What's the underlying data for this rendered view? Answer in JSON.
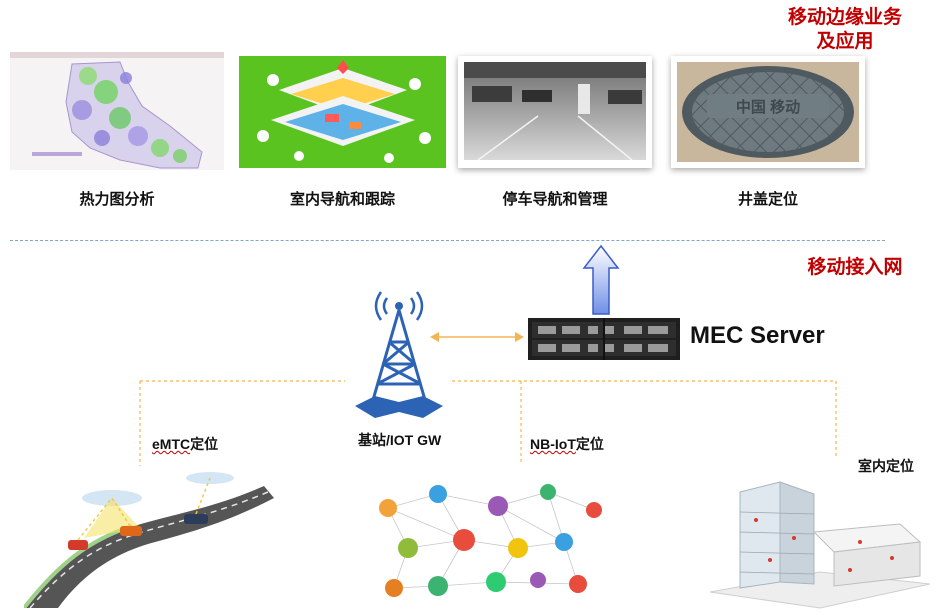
{
  "sections": {
    "edge_title_line1": "移动边缘业务",
    "edge_title_line2": "及应用",
    "access_title": "移动接入网"
  },
  "cards": [
    {
      "label": "热力图分析"
    },
    {
      "label": "室内导航和跟踪"
    },
    {
      "label": "停车导航和管理"
    },
    {
      "label": "井盖定位"
    }
  ],
  "manhole_text": "中国 移动",
  "network": {
    "mec_label": "MEC Server",
    "base_station_label": "基站/IOT GW",
    "emtc_label_prefix": "eMTC",
    "emtc_label_suffix": "定位",
    "nbiot_label_prefix": "NB-IoT",
    "nbiot_label_suffix": "定位",
    "indoor_label": "室内定位"
  },
  "colors": {
    "accent_red": "#c00000",
    "dashed_blue": "#7fa7c7",
    "dashed_orange": "#f2b552",
    "green_bg": "#5bc320"
  }
}
